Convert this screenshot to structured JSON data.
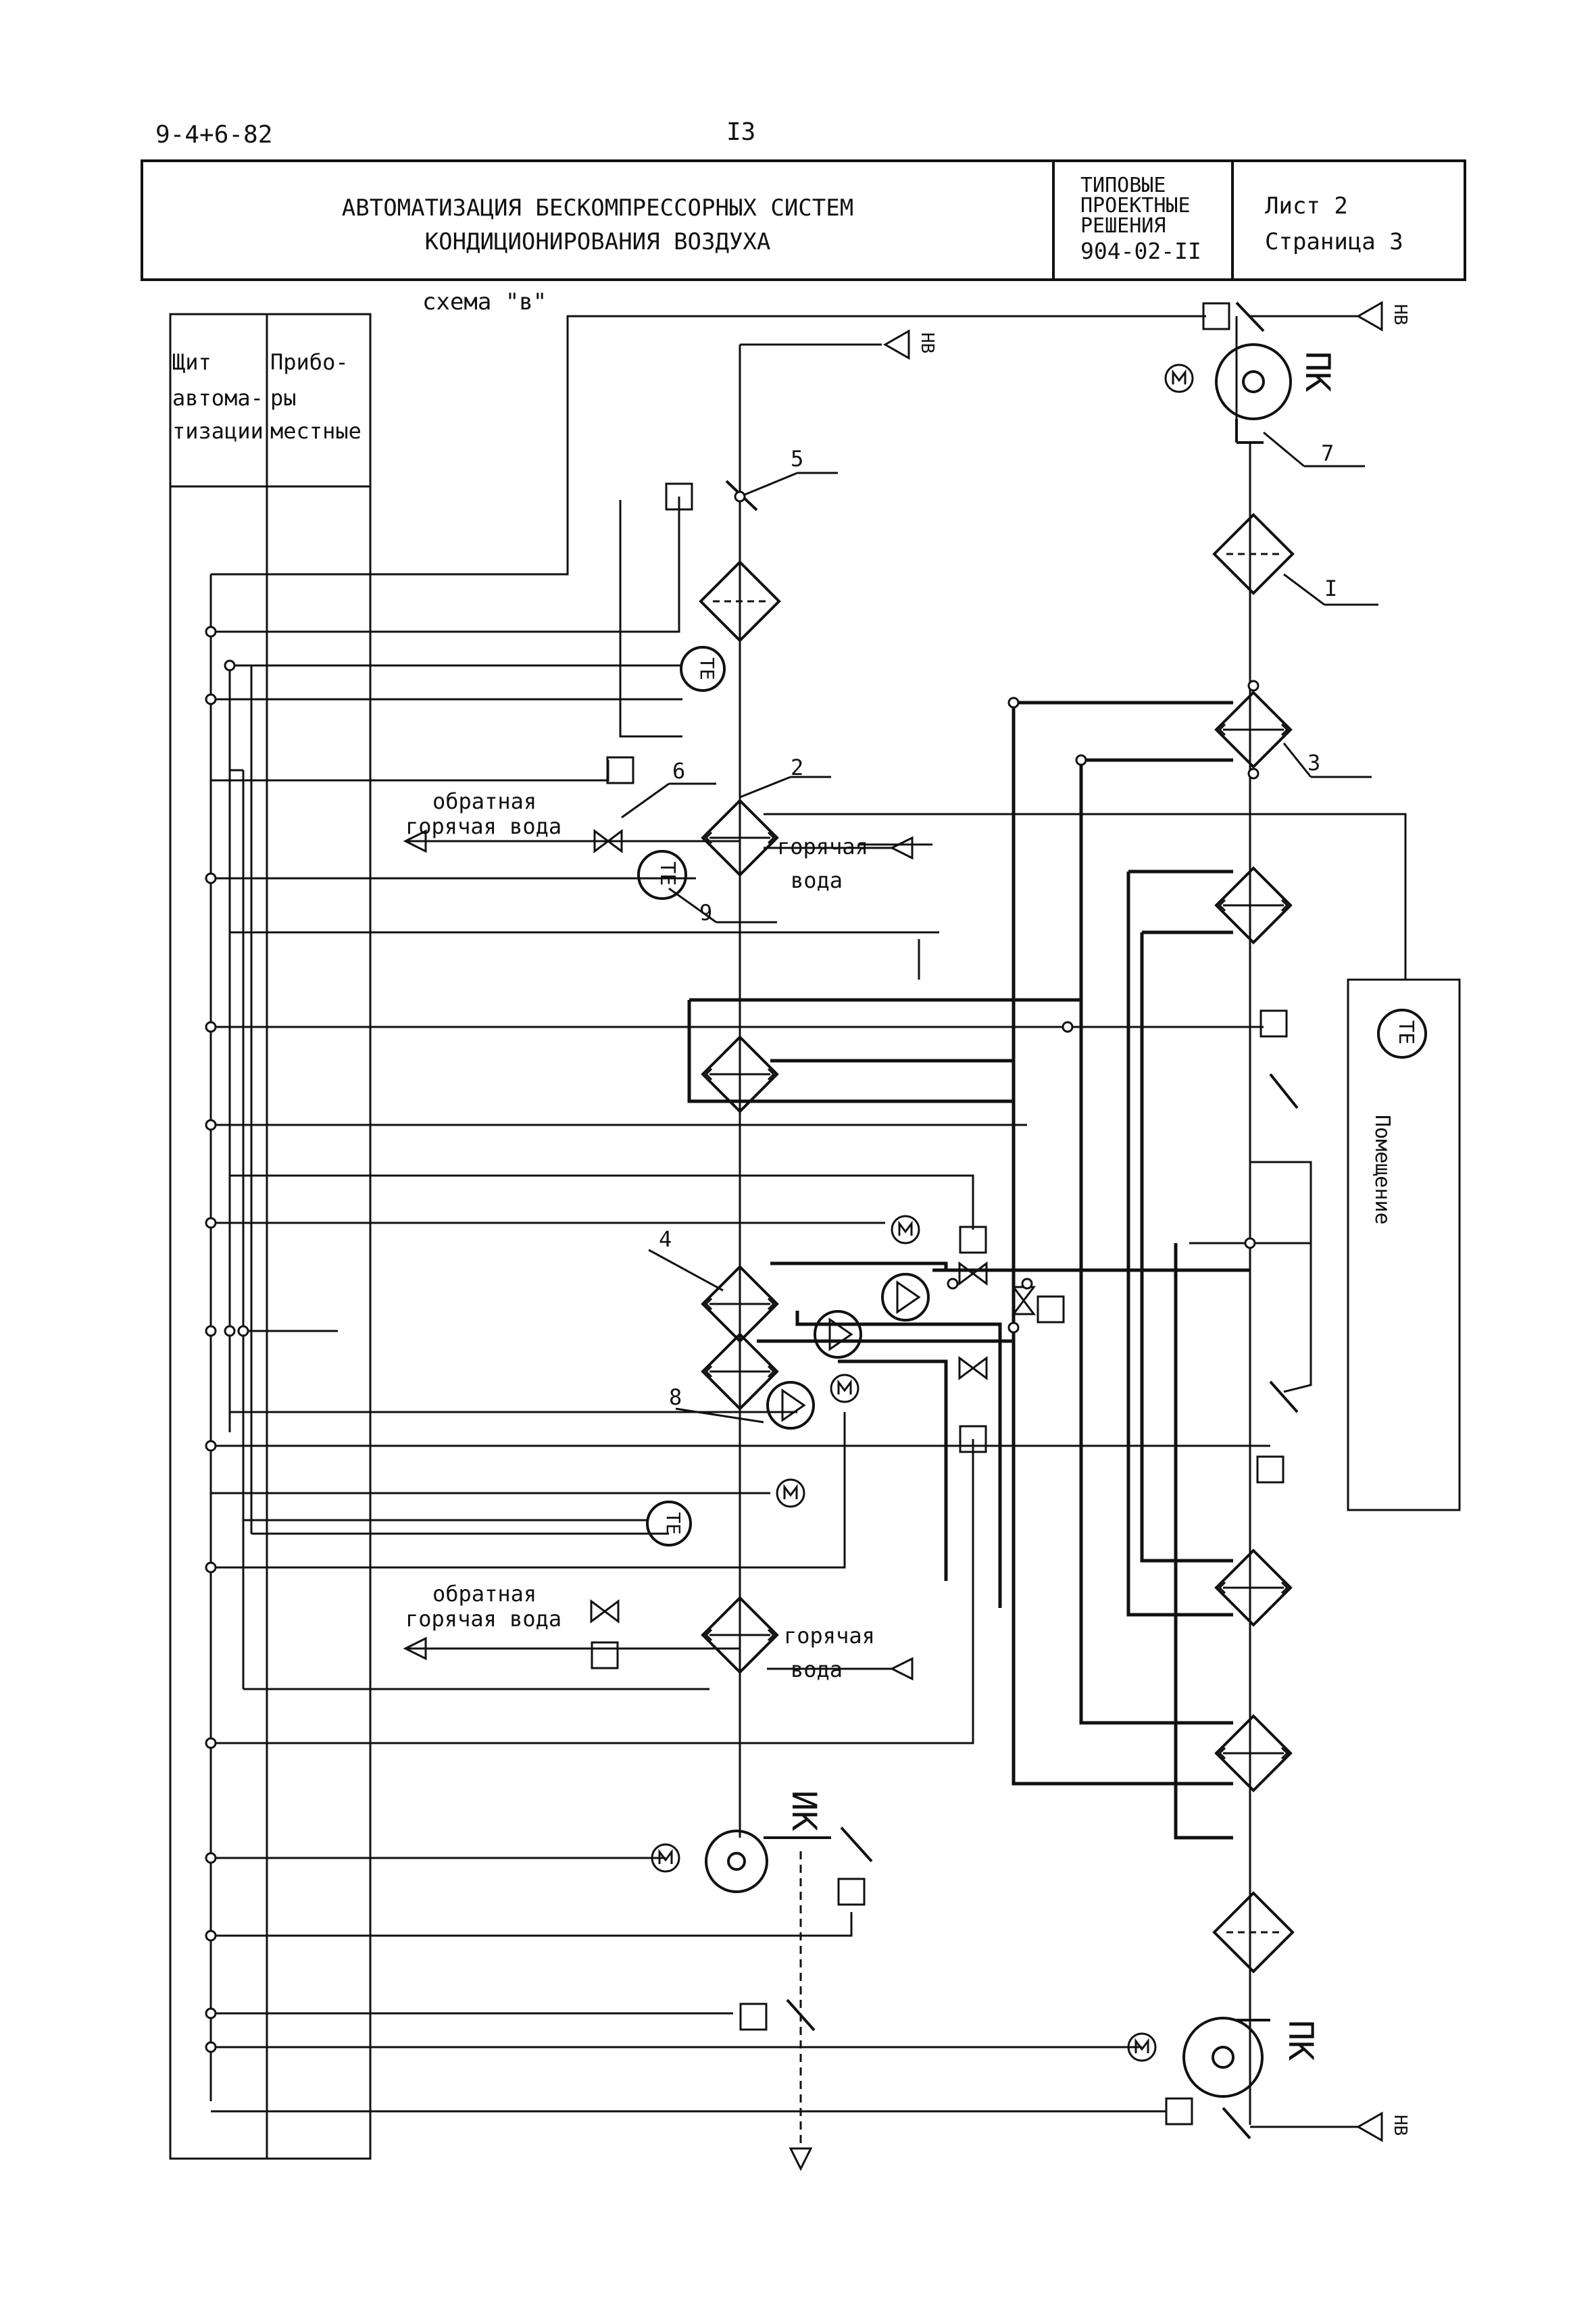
{
  "header": {
    "doc_code": "9-4+6-82",
    "page_number": "I3",
    "title_line1": "АВТОМАТИЗАЦИЯ БЕСКОМПРЕССОРНЫХ СИСТЕМ",
    "title_line2": "КОНДИЦИОНИРОВАНИЯ ВОЗДУХА",
    "typical_1": "ТИПОВЫЕ",
    "typical_2": "ПРОЕКТНЫЕ",
    "typical_3": "РЕШЕНИЯ",
    "typical_code": "904-02-II",
    "sheet": "Лист 2",
    "page": "Страница 3"
  },
  "diagram": {
    "scheme_label": "схема \"в\"",
    "column_panel_1": "Щит",
    "column_panel_2": "автома-",
    "column_panel_3": "тизации",
    "column_local_1": "Прибо-",
    "column_local_2": "ры",
    "column_local_3": "местные",
    "outdoor_air": "НВ",
    "supply_fan": "ПК",
    "exhaust_fan": "ИК",
    "motor": "М",
    "temp_sensor": "ТЕ",
    "room": "Помещение",
    "return_hot_water_1": "обратная",
    "return_hot_water_2": "горячая вода",
    "hot_water_1": "горячая",
    "hot_water_2": "вода",
    "callout_1": "I",
    "callout_2": "2",
    "callout_3": "3",
    "callout_4": "4",
    "callout_5": "5",
    "callout_6": "6",
    "callout_7": "7",
    "callout_8": "8",
    "callout_9": "9"
  }
}
